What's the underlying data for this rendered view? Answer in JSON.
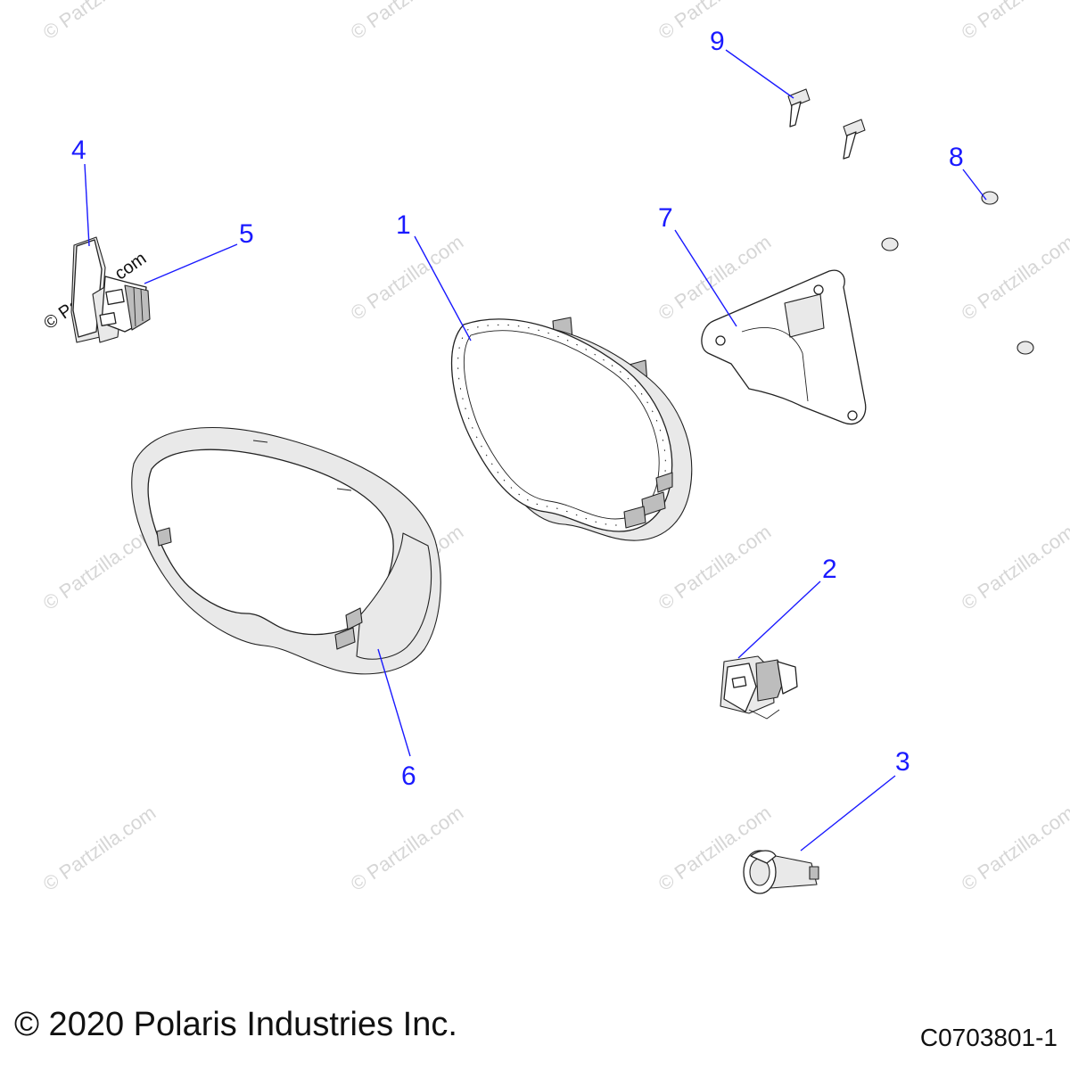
{
  "watermark": "© Partzilla.com",
  "callouts": [
    {
      "id": "1",
      "label": "1"
    },
    {
      "id": "2",
      "label": "2"
    },
    {
      "id": "3",
      "label": "3"
    },
    {
      "id": "4",
      "label": "4"
    },
    {
      "id": "5",
      "label": "5"
    },
    {
      "id": "6",
      "label": "6"
    },
    {
      "id": "7",
      "label": "7"
    },
    {
      "id": "8",
      "label": "8"
    },
    {
      "id": "9",
      "label": "9"
    }
  ],
  "footer": {
    "copyright": "© 2020 Polaris Industries Inc.",
    "figure_id": "C0703801-1"
  },
  "colors": {
    "callout": "#1a1aff",
    "line_art": "#222222",
    "watermark": "#d6d6d6"
  }
}
